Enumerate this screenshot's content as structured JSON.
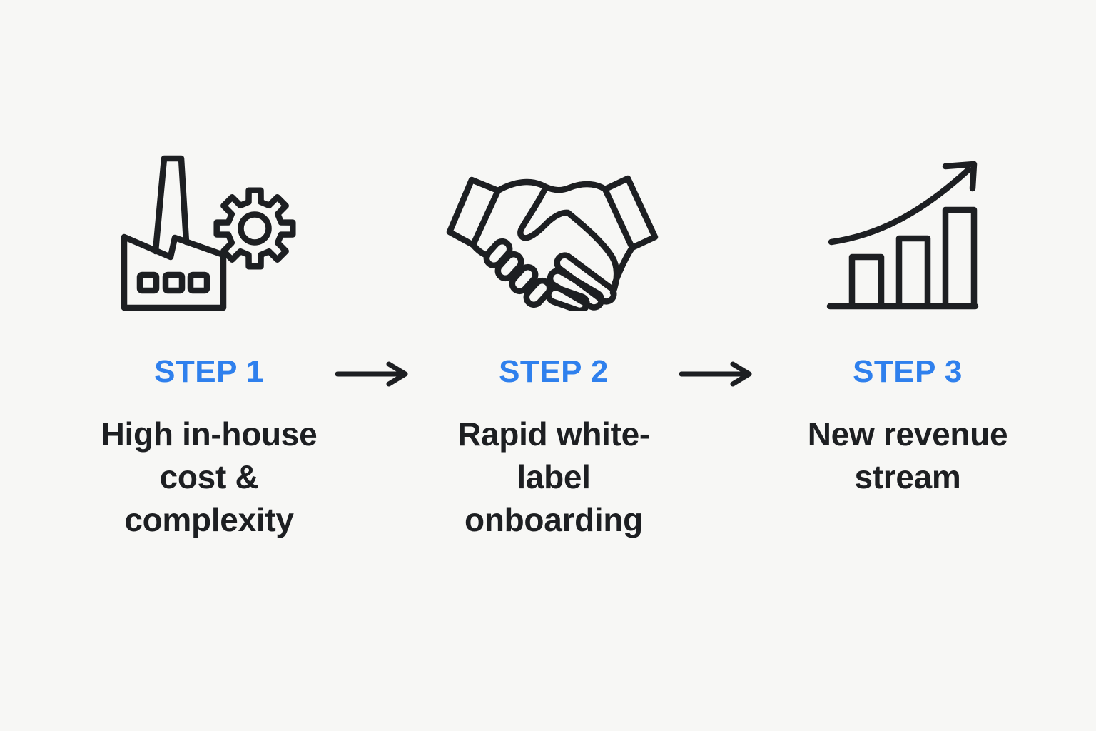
{
  "colors": {
    "background": "#f7f7f5",
    "accent": "#2f80ed",
    "ink": "#1d1f22"
  },
  "steps": [
    {
      "label": "STEP 1",
      "lines": [
        "High in-house",
        "cost &",
        "complexity"
      ],
      "icon": "factory-gear-icon"
    },
    {
      "label": "STEP 2",
      "lines": [
        "Rapid white-",
        "label",
        "onboarding"
      ],
      "icon": "handshake-icon"
    },
    {
      "label": "STEP 3",
      "lines": [
        "New revenue",
        "stream"
      ],
      "icon": "growth-chart-icon"
    }
  ],
  "connectors": [
    "arrow-right",
    "arrow-right"
  ]
}
